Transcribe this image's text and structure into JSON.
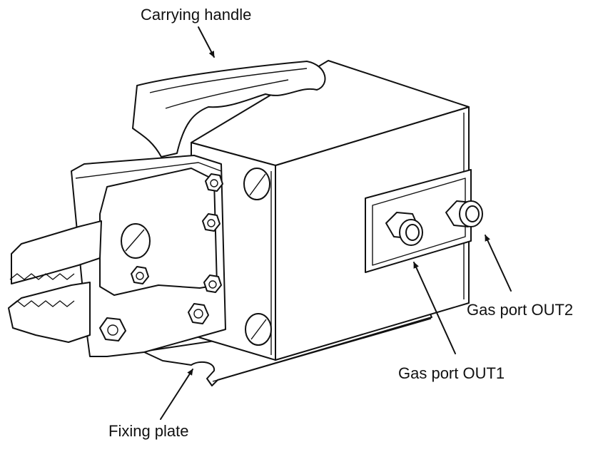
{
  "labels": {
    "carrying_handle": "Carrying handle",
    "gas_port_out2": "Gas port OUT2",
    "gas_port_out1": "Gas port OUT1",
    "fixing_plate": "Fixing plate"
  },
  "colors": {
    "line": "#111111",
    "background": "#ffffff"
  }
}
